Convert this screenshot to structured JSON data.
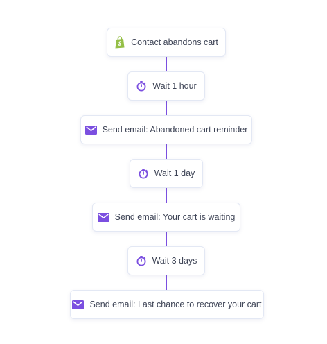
{
  "colors": {
    "accent": "#7b4fe0",
    "shopify_green": "#95bf47",
    "node_border": "#e3e8f4",
    "text": "#3e4456"
  },
  "steps": [
    {
      "icon": "shopify-icon",
      "label": "Contact abandons cart"
    },
    {
      "icon": "timer-icon",
      "label": "Wait 1 hour"
    },
    {
      "icon": "email-icon",
      "label": "Send email: Abandoned cart reminder"
    },
    {
      "icon": "timer-icon",
      "label": "Wait 1 day"
    },
    {
      "icon": "email-icon",
      "label": "Send email: Your cart is waiting"
    },
    {
      "icon": "timer-icon",
      "label": "Wait 3 days"
    },
    {
      "icon": "email-icon",
      "label": "Send email: Last chance to recover your cart"
    }
  ]
}
